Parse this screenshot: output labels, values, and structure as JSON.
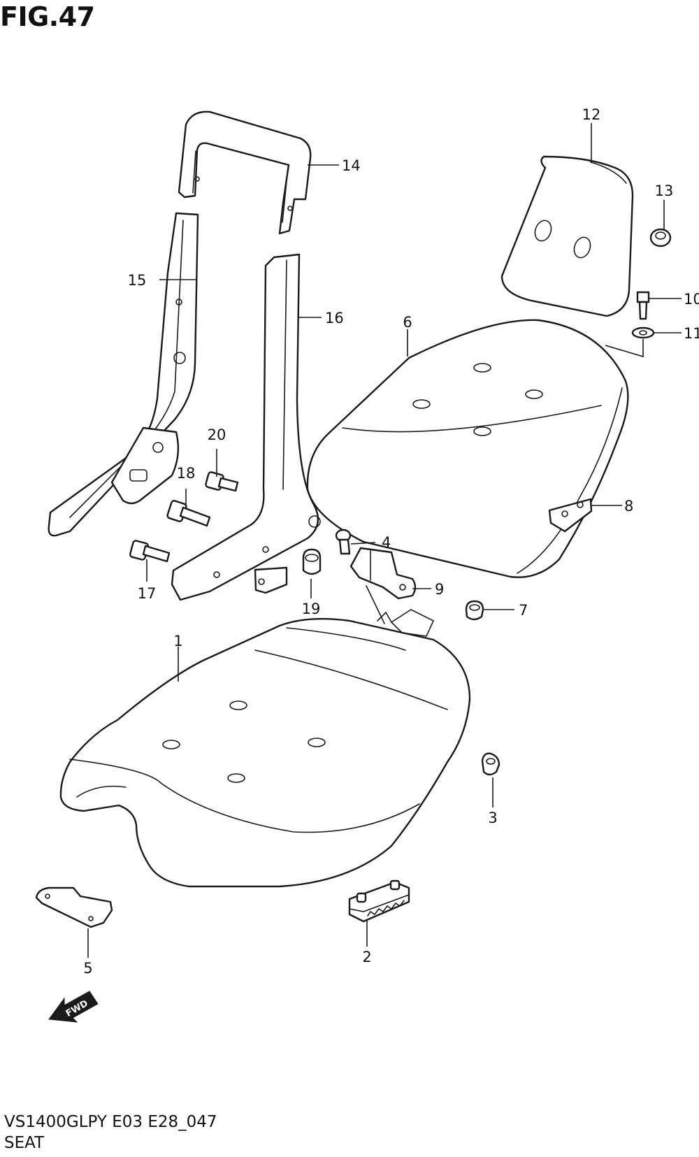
{
  "figure": {
    "title": "FIG.47",
    "model_code": "VS1400GLPY E03 E28_047",
    "section_name": "SEAT",
    "fwd_label": "FWD"
  },
  "callouts": {
    "c1": "1",
    "c2": "2",
    "c3": "3",
    "c4": "4",
    "c5": "5",
    "c6": "6",
    "c7": "7",
    "c8": "8",
    "c9": "9",
    "c10": "10",
    "c11": "11",
    "c12": "12",
    "c13": "13",
    "c14": "14",
    "c15": "15",
    "c16": "16",
    "c17": "17",
    "c18": "18",
    "c19": "19",
    "c20": "20"
  }
}
